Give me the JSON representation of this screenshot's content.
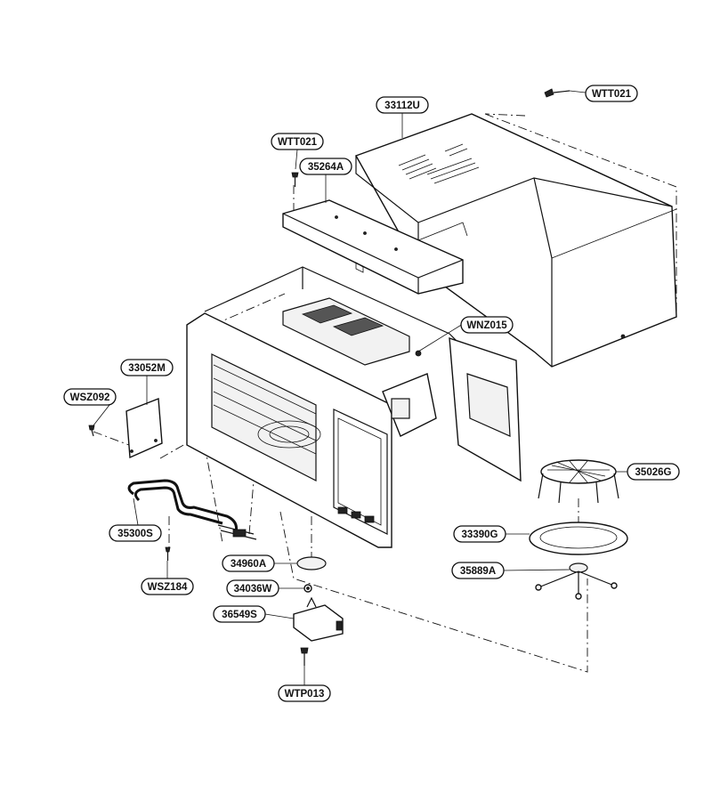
{
  "labels": {
    "wtt021_top": "WTT021",
    "p33112u": "33112U",
    "wtt021_left": "WTT021",
    "p35264a": "35264A",
    "wnz015": "WNZ015",
    "p33052m": "33052M",
    "wsz092": "WSZ092",
    "p35026g": "35026G",
    "p33390g": "33390G",
    "p35300s": "35300S",
    "p34960a": "34960A",
    "p35889a": "35889A",
    "wsz184": "WSZ184",
    "p34036w": "34036W",
    "p36549s": "36549S",
    "wtp013": "WTP013"
  }
}
